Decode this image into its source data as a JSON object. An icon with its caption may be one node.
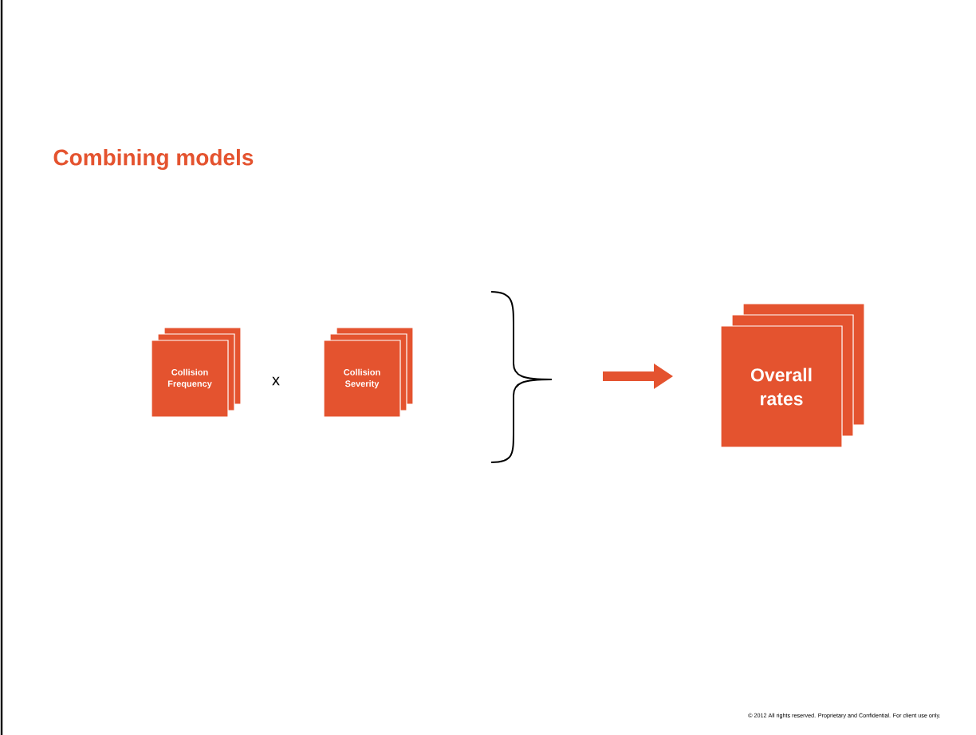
{
  "diagram": {
    "title": "Combining models",
    "nodes": [
      {
        "text": [
          "Collision Frequency"
        ]
      },
      {
        "text": [
          "Collision Severity"
        ]
      },
      {
        "text": [
          "Overall rates"
        ]
      }
    ],
    "labels": [
      "x",
      "© 2012 All rights reserved. Proprietary and Confidential. For client use only."
    ]
  }
}
